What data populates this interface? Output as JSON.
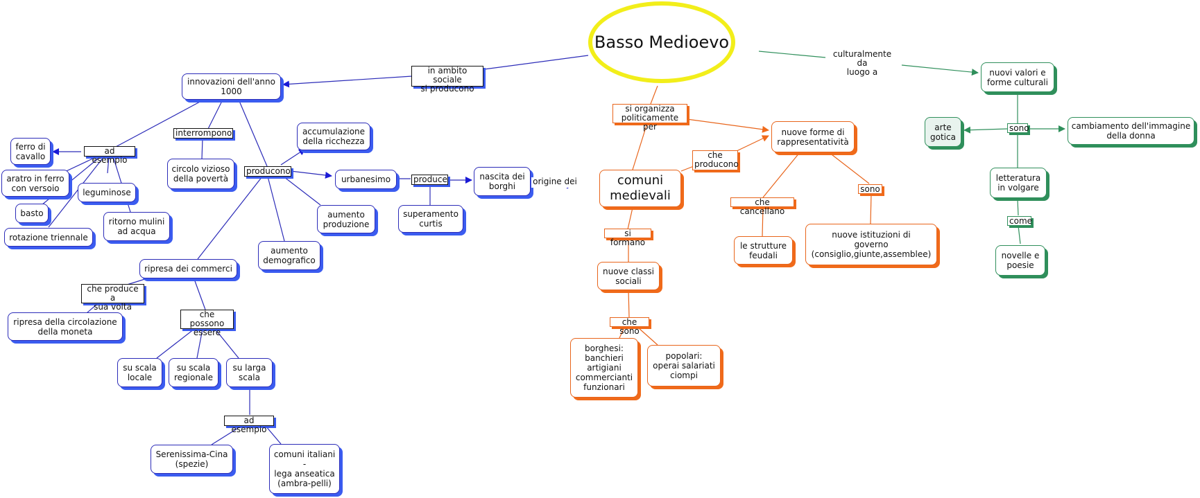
{
  "root": "Basso Medioevo",
  "left": {
    "label_sociale": "in ambito sociale\nsi producono",
    "innovazioni": "innovazioni dell'anno\n1000",
    "ad_esempio": "ad esempio",
    "ferro": "ferro di\ncavallo",
    "aratro": "aratro in ferro\ncon versoio",
    "basto": "basto",
    "leguminose": "leguminose",
    "rotazione": "rotazione triennale",
    "mulini": "ritorno mulini\nad acqua",
    "interrompono": "interrompono",
    "circolo": "circolo vizioso\ndella povertà",
    "producono": "producono",
    "accumulazione": "accumulazione\ndella ricchezza",
    "urbanesimo": "urbanesimo",
    "produce": "produce",
    "nascita": "nascita dei\nborghi",
    "origine": "origine dei",
    "superamento": "superamento\ncurtis",
    "aumento_produzione": "aumento\nproduzione",
    "aumento_demografico": "aumento\ndemografico",
    "ripresa_commerci": "ripresa dei commerci",
    "che_produce": "che produce a\nsua volta",
    "ripresa_moneta": "ripresa della circolazione\ndella moneta",
    "che_possono": "che possono\nessere",
    "scala_locale": "su scala\nlocale",
    "scala_regionale": "su scala\nregionale",
    "scala_larga": "su larga\nscala",
    "ad_esempio2": "ad esempio",
    "serenissima": "Serenissima-Cina\n(spezie)",
    "comuni_italiani": "comuni italiani\n-\nlega anseatica\n(ambra-pelli)"
  },
  "center": {
    "si_organizza": "si organizza\npoliticamente per",
    "comuni": "comuni\nmedievali",
    "nuove_forme": "nuove forme di\nrappresentatività",
    "che_producono": "che\nproducono",
    "che_cancellano": "che cancellano",
    "strutture": "le strutture\nfeudali",
    "sono": "sono",
    "istituzioni": "nuove istituzioni di\ngoverno\n(consiglio,giunte,assemblee)",
    "si_formano": "si formano",
    "classi": "nuove classi\nsociali",
    "che_sono": "che sono",
    "borghesi": "borghesi:\nbanchieri\nartigiani\ncommercianti\nfunzionari",
    "popolari": "popolari:\noperai salariati\nciompi"
  },
  "right": {
    "culturalmente": "culturalmente da\nluogo a",
    "valori": "nuovi valori e\nforme culturali",
    "sono": "sono",
    "arte": "arte\ngotica",
    "donna": "cambiamento dell'immagine\ndella donna",
    "letteratura": "letteratura\nin volgare",
    "come": "come",
    "novelle": "novelle e\npoesie"
  },
  "colors": {
    "blue": "#2b2bb8",
    "orange": "#e8641a",
    "green": "#2f8f5b",
    "root_ring": "#f2ee1a"
  }
}
